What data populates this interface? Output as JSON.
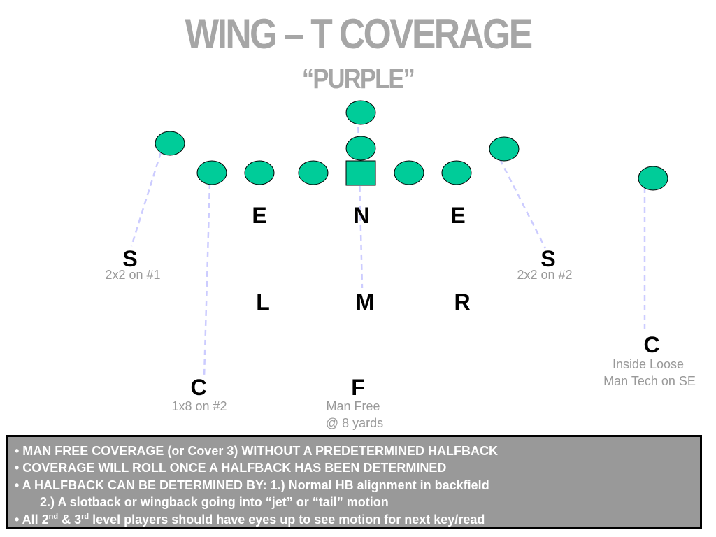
{
  "header": {
    "title": "WING – T COVERAGE",
    "subtitle": "“PURPLE”"
  },
  "colors": {
    "title": "#a6a6a6",
    "player_fill": "#00cc99",
    "player_stroke": "#000000",
    "route_line": "#ccccff",
    "note_text": "#999999",
    "notes_box_bg": "#999999",
    "notes_text": "#ffffff"
  },
  "defense": {
    "end_left": "E",
    "nose": "N",
    "end_right": "E",
    "safety_left": "S",
    "safety_left_note": "2x2 on #1",
    "safety_right": "S",
    "safety_right_note": "2x2 on #2",
    "lb_left": "L",
    "lb_middle": "M",
    "lb_right": "R",
    "corner_left": "C",
    "corner_left_note": "1x8 on #2",
    "free": "F",
    "free_note_1": "Man Free",
    "free_note_2": "@ 8 yards",
    "corner_right": "C",
    "corner_right_note_1": "Inside Loose",
    "corner_right_note_2": "Man Tech on SE"
  },
  "notes": {
    "line1": "• MAN FREE COVERAGE (or Cover 3) WITHOUT A PREDETERMINED HALFBACK",
    "line2": "• COVERAGE WILL ROLL ONCE A HALFBACK HAS BEEN DETERMINED",
    "line3": "• A HALFBACK CAN BE DETERMINED BY:  1.)  Normal HB alignment in backfield",
    "line4": "2.)  A  slotback or wingback going into “jet” or “tail” motion",
    "line5_a": "• All 2",
    "line5_sup1": "nd",
    "line5_b": " & 3",
    "line5_sup2": "rd",
    "line5_c": " level players should have eyes up to see motion for next key/read"
  }
}
